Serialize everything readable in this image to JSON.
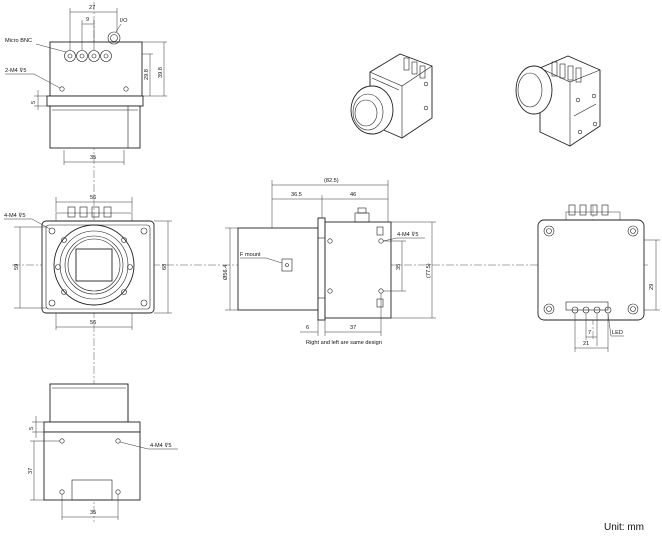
{
  "unit_label": "Unit: mm",
  "top_view": {
    "connector_labels": [
      "Micro BNC",
      "I/O"
    ],
    "dims": {
      "d27": "27",
      "d9": "9",
      "d29_8": "29.8",
      "d39_8": "39.8",
      "d5": "5",
      "d35": "35"
    },
    "screw_note": "2-M4 ⊽5"
  },
  "front_view": {
    "dims": {
      "d56_top": "56",
      "d59": "59",
      "d68": "68",
      "d56_bottom": "56"
    },
    "screw_note": "4-M4 ⊽5"
  },
  "side_view": {
    "dims": {
      "d82_5": "(82.5)",
      "d36_5": "36.5",
      "d46": "46",
      "d6": "6",
      "d37": "37",
      "d35": "35",
      "d77_5": "(77.5)",
      "d56_4": "Ø56.4"
    },
    "mount_label": "F mount",
    "screw_note": "4-M4 ⊽5",
    "note": "Right and left are same design"
  },
  "rear_view": {
    "dims": {
      "d29": "29",
      "d7": "7",
      "d21": "21"
    },
    "led_label": "LED"
  },
  "bottom_view": {
    "dims": {
      "d5": "5",
      "d37": "37",
      "d35": "35"
    },
    "screw_note": "4-M4 ⊽5"
  }
}
